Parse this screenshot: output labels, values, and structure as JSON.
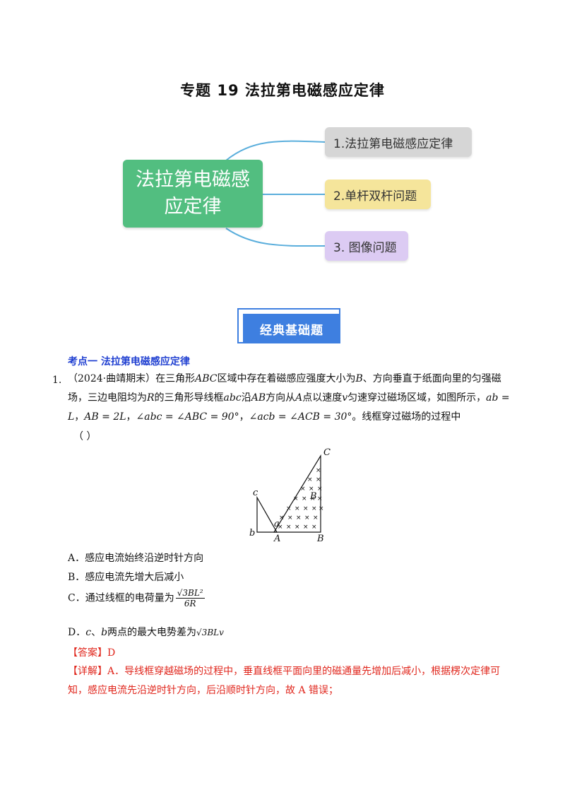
{
  "title": "专题 19  法拉第电磁感应定律",
  "mindmap": {
    "center_line1": "法拉第电磁感",
    "center_line2": "应定律",
    "branches": [
      "1.法拉第电磁感应定律",
      "2.单杆双杆问题",
      "3. 图像问题"
    ]
  },
  "banner": "经典基础题",
  "section": "考点一  法拉第电磁感应定律",
  "question": {
    "number": "1.",
    "source": "（2024·曲靖期末）",
    "t1": "在三角形",
    "ABC": "ABC",
    "t2": "区域中存在着磁感应强度大小为",
    "B": "B",
    "t3": "、方向垂直于纸面向里的匀强磁场，三边电阻均为",
    "R": "R",
    "t4": "的三角形导线框",
    "abc": "abc",
    "t5": "沿",
    "AB": "AB",
    "t6": "方向从",
    "A": "A",
    "t7": "点以速度",
    "v": "v",
    "t8": "匀速穿过磁场区域，如图所示，",
    "eq1": "ab = L",
    "sep1": "，",
    "eq2": "AB = 2L",
    "sep2": "，",
    "eq3": "∠abc = ∠ABC = 90°",
    "sep3": "，",
    "eq4": "∠acb = ∠ACB = 30°",
    "t9": "。线框穿过磁场的过程中",
    "paren": "（        ）"
  },
  "figure_labels": {
    "C": "C",
    "c": "c",
    "B_mid": "B",
    "a": "a",
    "b": "b",
    "A": "A",
    "B": "B"
  },
  "options": {
    "A": "A．感应电流始终沿逆时针方向",
    "B": "B．感应电流先增大后减小",
    "C_text": "C．通过线框的电荷量为",
    "C_num": "√3BL²",
    "C_den": "6R",
    "D_prefix": "D．",
    "D_c": "c",
    "D_sep": "、",
    "D_b": "b",
    "D_text": "两点的最大电势差为",
    "D_expr": "√3BLv"
  },
  "answer": "【答案】D",
  "detail": {
    "label": "【详解】",
    "text": "A．导线框穿越磁场的过程中，垂直线框平面向里的磁通量先增加后减小，根据楞次定律可知，感应电流先沿逆时针方向，后沿顺时针方向，故 A 错误；"
  },
  "colors": {
    "central": "#52be80",
    "branch1": "#d6d6d6",
    "branch2": "#f5e59b",
    "branch3": "#dccbf3",
    "banner": "#3e7fe0",
    "section": "#1f3fd1",
    "answer": "#e0261c",
    "connector": "#5aaedc"
  }
}
